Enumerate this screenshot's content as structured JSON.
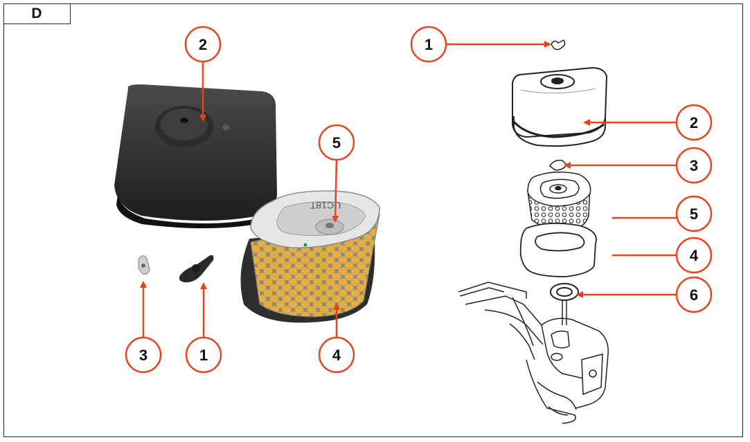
{
  "section_label": "D",
  "filter_print": "UC18T",
  "accent_color": "#e8431c",
  "photo_callouts": [
    {
      "id": "photo-callout-2",
      "number": "2",
      "part": "cover"
    },
    {
      "id": "photo-callout-5",
      "number": "5",
      "part": "paper-filter-element"
    },
    {
      "id": "photo-callout-3",
      "number": "3",
      "part": "washer"
    },
    {
      "id": "photo-callout-1",
      "number": "1",
      "part": "wing-nut"
    },
    {
      "id": "photo-callout-4",
      "number": "4",
      "part": "foam-pre-filter"
    }
  ],
  "exploded_callouts": [
    {
      "id": "exploded-callout-1",
      "number": "1",
      "part": "wing-nut"
    },
    {
      "id": "exploded-callout-2",
      "number": "2",
      "part": "cover"
    },
    {
      "id": "exploded-callout-3",
      "number": "3",
      "part": "washer"
    },
    {
      "id": "exploded-callout-5",
      "number": "5",
      "part": "paper-filter-element"
    },
    {
      "id": "exploded-callout-4",
      "number": "4",
      "part": "foam-pre-filter"
    },
    {
      "id": "exploded-callout-6",
      "number": "6",
      "part": "grommet"
    }
  ]
}
